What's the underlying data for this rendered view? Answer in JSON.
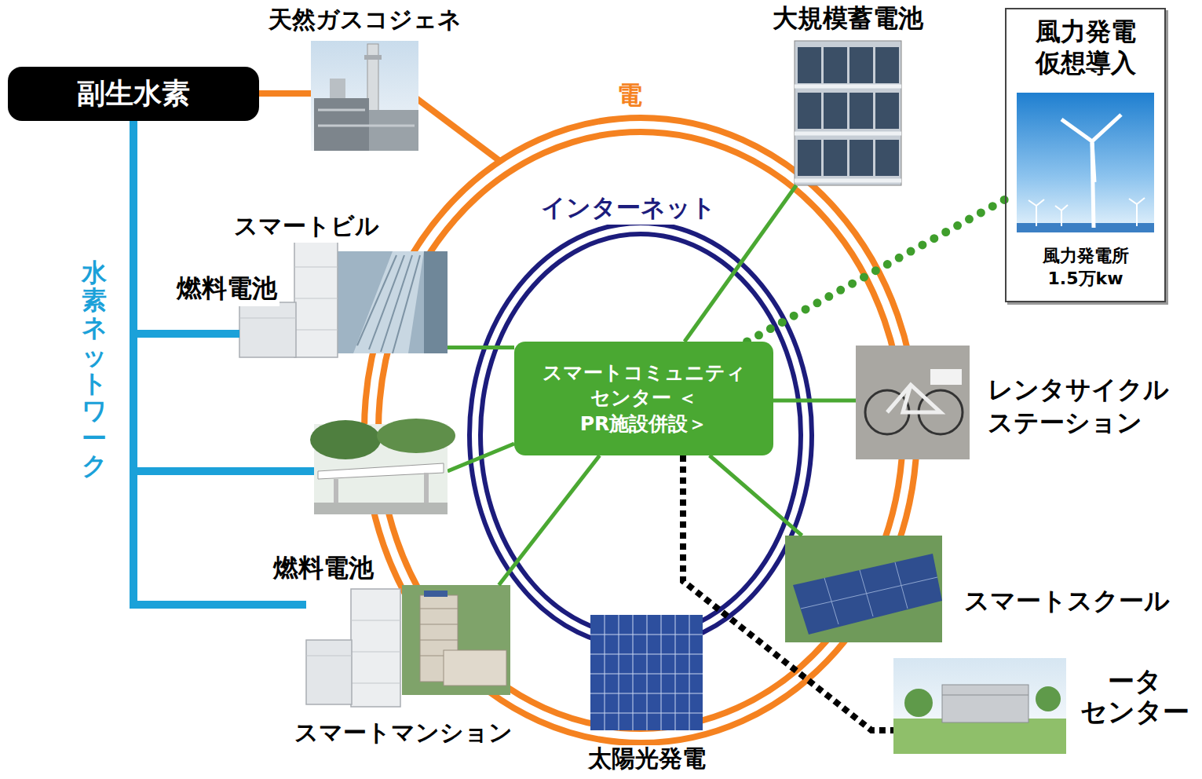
{
  "diagram": {
    "nodes": [
      {
        "text": [
          "副生水素"
        ]
      },
      {
        "text": [
          "天然ガスコジェネ"
        ]
      },
      {
        "text": [
          "大規模蓄電池"
        ]
      },
      {
        "text": [
          "風力発電 仮想導入",
          "風力発電所 1.5万kw"
        ]
      },
      {
        "text": [
          "スマートビル"
        ]
      },
      {
        "text": [
          "燃料電池"
        ]
      },
      {
        "text": [
          "スマートコミュニティ センター ＜PR施設併設＞"
        ]
      },
      {
        "text": [
          "レンタサイクル ステーション"
        ]
      },
      {
        "text": [
          "燃料電池"
        ]
      },
      {
        "text": [
          "スマートマンション"
        ]
      },
      {
        "text": [
          "スマートスクール"
        ]
      },
      {
        "text": [
          "太陽光発電"
        ]
      },
      {
        "text": [
          "ータ センター"
        ]
      }
    ],
    "edges": [
      {
        "from": 0,
        "to": 1,
        "arrow": "none"
      },
      {
        "from": 0,
        "to": 5,
        "arrow": "none"
      },
      {
        "from": 0,
        "to": 8,
        "arrow": "none"
      },
      {
        "from": 6,
        "to": 4,
        "arrow": "none"
      },
      {
        "from": 6,
        "to": 9,
        "arrow": "none"
      },
      {
        "from": 6,
        "to": 10,
        "arrow": "none"
      },
      {
        "from": 6,
        "to": 7,
        "arrow": "none"
      },
      {
        "from": 6,
        "to": 2,
        "arrow": "none"
      },
      {
        "from": 6,
        "to": 3,
        "arrow": "none"
      },
      {
        "from": 6,
        "to": 12,
        "arrow": "none"
      }
    ],
    "labels": [
      "電",
      "インターネット",
      "水素ネットワーク"
    ]
  }
}
